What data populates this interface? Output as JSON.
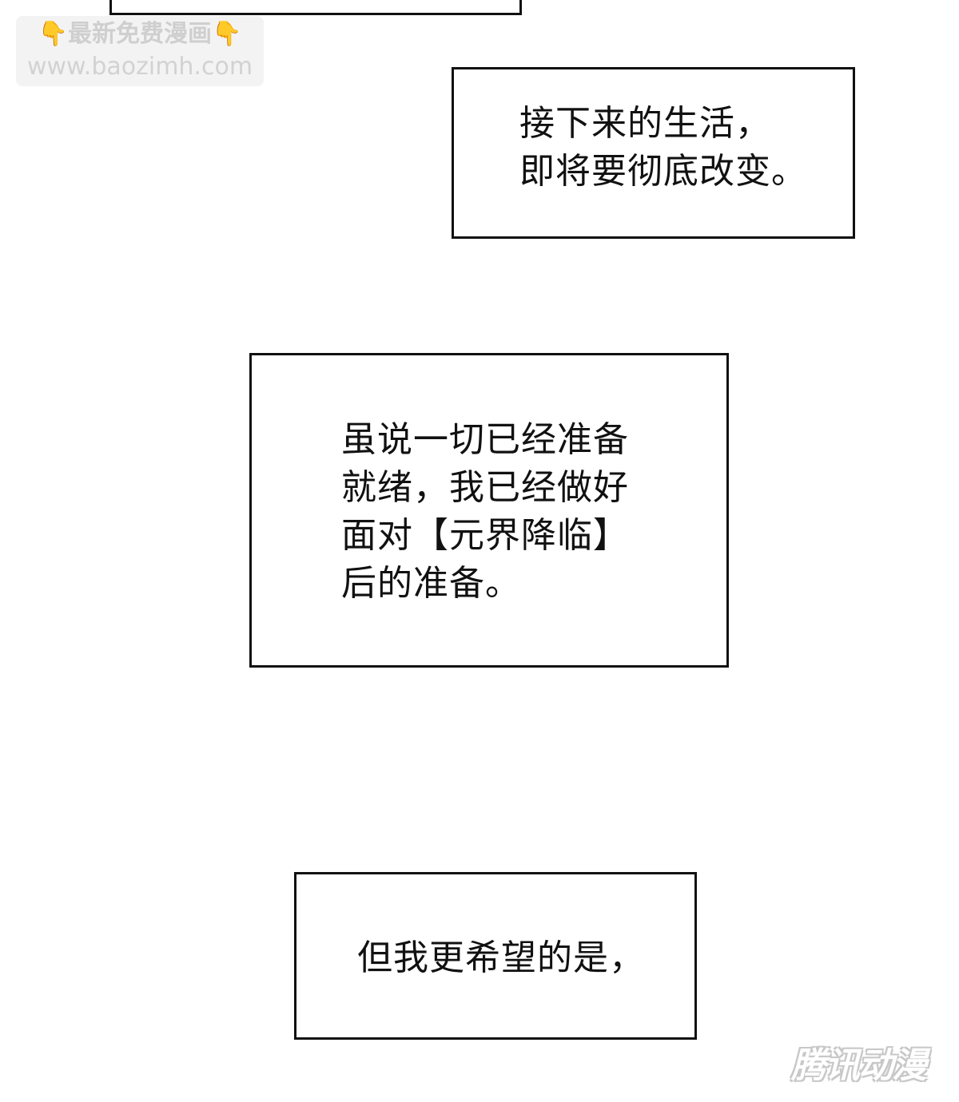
{
  "watermark_top": {
    "line1": "最新免费漫画",
    "line2": "www.baozimh.com",
    "icon": "pointing-down-hand-icon"
  },
  "captions": [
    {
      "lines": [
        "接下来的生活，",
        "即将要彻底改变。"
      ]
    },
    {
      "lines": [
        "虽说一切已经准备",
        "就绪，我已经做好",
        "面对【元界降临】",
        "后的准备。"
      ]
    },
    {
      "lines": [
        "但我更希望的是，"
      ]
    }
  ],
  "watermark_bottom": {
    "text": "腾讯动漫"
  }
}
